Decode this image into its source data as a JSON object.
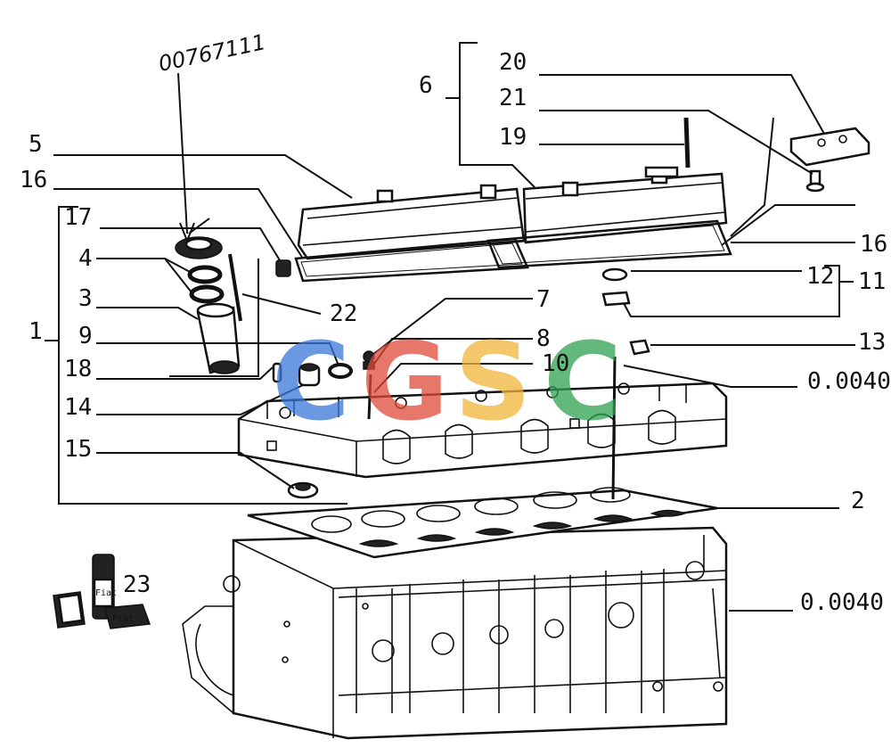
{
  "handwritten_code": "00767111",
  "callouts": [
    {
      "id": "c20",
      "text": "20"
    },
    {
      "id": "c6",
      "text": "6"
    },
    {
      "id": "c21",
      "text": "21"
    },
    {
      "id": "c19",
      "text": "19"
    },
    {
      "id": "c5",
      "text": "5"
    },
    {
      "id": "c16a",
      "text": "16"
    },
    {
      "id": "c16b",
      "text": "16"
    },
    {
      "id": "c17",
      "text": "17"
    },
    {
      "id": "c4",
      "text": "4"
    },
    {
      "id": "c3",
      "text": "3"
    },
    {
      "id": "c1",
      "text": "1"
    },
    {
      "id": "c9",
      "text": "9"
    },
    {
      "id": "c22",
      "text": "22"
    },
    {
      "id": "c7",
      "text": "7"
    },
    {
      "id": "c12",
      "text": "12"
    },
    {
      "id": "c11",
      "text": "11"
    },
    {
      "id": "c8",
      "text": "8"
    },
    {
      "id": "c13",
      "text": "13"
    },
    {
      "id": "c18",
      "text": "18"
    },
    {
      "id": "c10",
      "text": "10"
    },
    {
      "id": "c00040a",
      "text": "0.0040"
    },
    {
      "id": "c14",
      "text": "14"
    },
    {
      "id": "c15",
      "text": "15"
    },
    {
      "id": "c2",
      "text": "2"
    },
    {
      "id": "c23",
      "text": "23"
    },
    {
      "id": "c00040b",
      "text": "0.0040"
    }
  ],
  "watermark": {
    "letters": [
      "C",
      "G",
      "S",
      "C"
    ],
    "colors": [
      "#3a78d8",
      "#e04a3a",
      "#f2b53a",
      "#2ea24f"
    ]
  },
  "small_labels": {
    "tube_text": "Fiat",
    "box_text": "Fiat"
  }
}
